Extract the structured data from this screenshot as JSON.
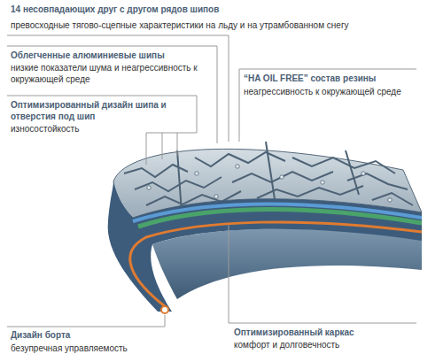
{
  "diagram": {
    "labels": [
      "14 несовпадающих друг с другом рядов шипов",
      "превосходные тягово-сцепные характеристики на льду и на утрамбованном снегу",
      "Облегченные алюминиевые шипы",
      "низкие показатели шума и неагрессивность к окружающей среде",
      "Оптимизированный дизайн шипа и отверстия под шип",
      "износостойкость",
      "“HA OIL FREE” состав резины",
      "неагрессивность к окружающей среде",
      "Оптимизированный каркас",
      "комфорт и долговечность",
      "Дизайн борта",
      "безупречная управляемость"
    ]
  }
}
